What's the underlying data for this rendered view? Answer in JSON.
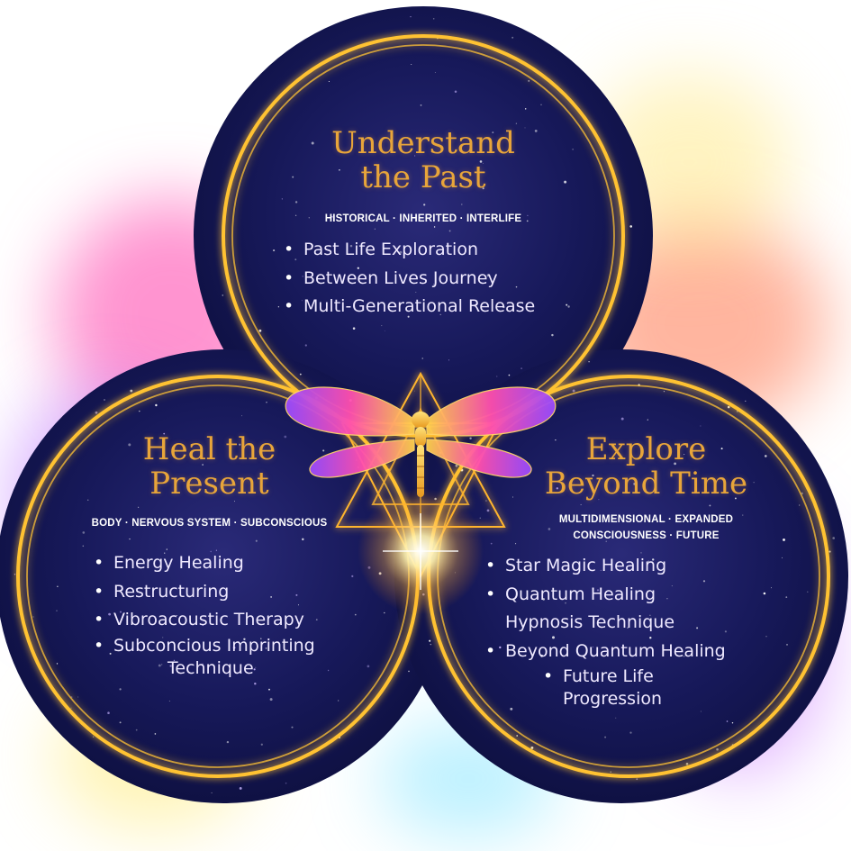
{
  "circles": {
    "past": {
      "title_line1": "Understand",
      "title_line2": "the Past",
      "subtitle": "HISTORICAL · INHERITED · INTERLIFE",
      "items": [
        "Past Life Exploration",
        "Between Lives Journey",
        "Multi-Generational Release"
      ]
    },
    "present": {
      "title_line1": "Heal the",
      "title_line2": "Present",
      "subtitle": "BODY · NERVOUS SYSTEM · SUBCONSCIOUS",
      "items": [
        "Energy Healing",
        "Restructuring",
        "Vibroacoustic Therapy",
        "Subconcious Imprinting",
        "Technique"
      ]
    },
    "beyond": {
      "title_line1": "Explore",
      "title_line2": "Beyond Time",
      "subtitle_line1": "MULTIDIMENSIONAL · EXPANDED",
      "subtitle_line2": "CONSCIOUSNESS · FUTURE",
      "items": [
        "Star Magic Healing",
        "Quantum Healing",
        "Hypnosis Technique",
        "Beyond Quantum Healing",
        "Future Life",
        "Progression"
      ]
    }
  },
  "colors": {
    "title_gold": "#e8a53a",
    "ring_gold": "#ffc233",
    "space_navy": "#13154a",
    "glow_pink": "#ff3fa6",
    "glow_purple": "#a14cff"
  },
  "icons": {
    "center": "dragonfly-icon",
    "sacred_geometry": "star-tetrahedron-icon"
  }
}
